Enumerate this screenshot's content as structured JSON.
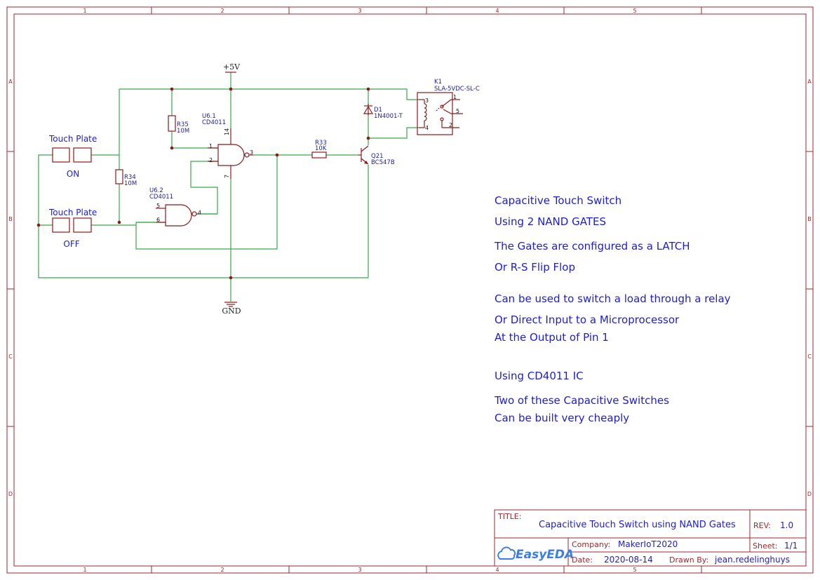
{
  "frame": {
    "columns": [
      "1",
      "2",
      "3",
      "4",
      "5"
    ],
    "rows": [
      "A",
      "B",
      "C",
      "D"
    ]
  },
  "nets": {
    "vcc": "+5V",
    "gnd": "GND"
  },
  "components": {
    "r35": {
      "ref": "R35",
      "value": "10M"
    },
    "r34": {
      "ref": "R34",
      "value": "10M"
    },
    "r33": {
      "ref": "R33",
      "value": "10K"
    },
    "u61": {
      "ref": "U6.1",
      "part": "CD4011",
      "pins": [
        "14",
        "1",
        "2",
        "3",
        "7"
      ]
    },
    "u62": {
      "ref": "U6.2",
      "part": "CD4011",
      "pins": [
        "5",
        "6",
        "4"
      ]
    },
    "d1": {
      "ref": "D1",
      "part": "1N4001-T"
    },
    "q21": {
      "ref": "Q21",
      "part": "BC547B"
    },
    "k1": {
      "ref": "K1",
      "part": "SLA-5VDC-SL-C",
      "pins": [
        "3",
        "4",
        "1",
        "5",
        "2"
      ]
    }
  },
  "touch_plates": [
    {
      "label": "Touch Plate",
      "state": "ON"
    },
    {
      "label": "Touch Plate",
      "state": "OFF"
    }
  ],
  "notes": [
    "Capacitive Touch Switch",
    "Using 2 NAND GATES",
    "The Gates are configured as a LATCH",
    "Or R-S Flip Flop",
    "Can be used to switch a load through a relay",
    "Or Direct Input to a Microprocessor",
    "At the Output of Pin 1",
    "Using CD4011 IC",
    "Two of these Capacitive Switches",
    "Can be built very cheaply"
  ],
  "title_block": {
    "title_key": "TITLE:",
    "title": "Capacitive Touch Switch using NAND Gates",
    "rev_key": "REV:",
    "rev": "1.0",
    "company_key": "Company:",
    "company": "MakerIoT2020",
    "sheet_key": "Sheet:",
    "sheet": "1/1",
    "date_key": "Date:",
    "date": "2020-08-14",
    "drawn_key": "Drawn By:",
    "drawn_by": "jean.redelinghuys",
    "logo": "EasyEDA"
  },
  "colors": {
    "frame": "#a0262c",
    "wire": "#3aa64a",
    "part": "#8b1a1a",
    "text_blue": "#1c1cd8"
  }
}
